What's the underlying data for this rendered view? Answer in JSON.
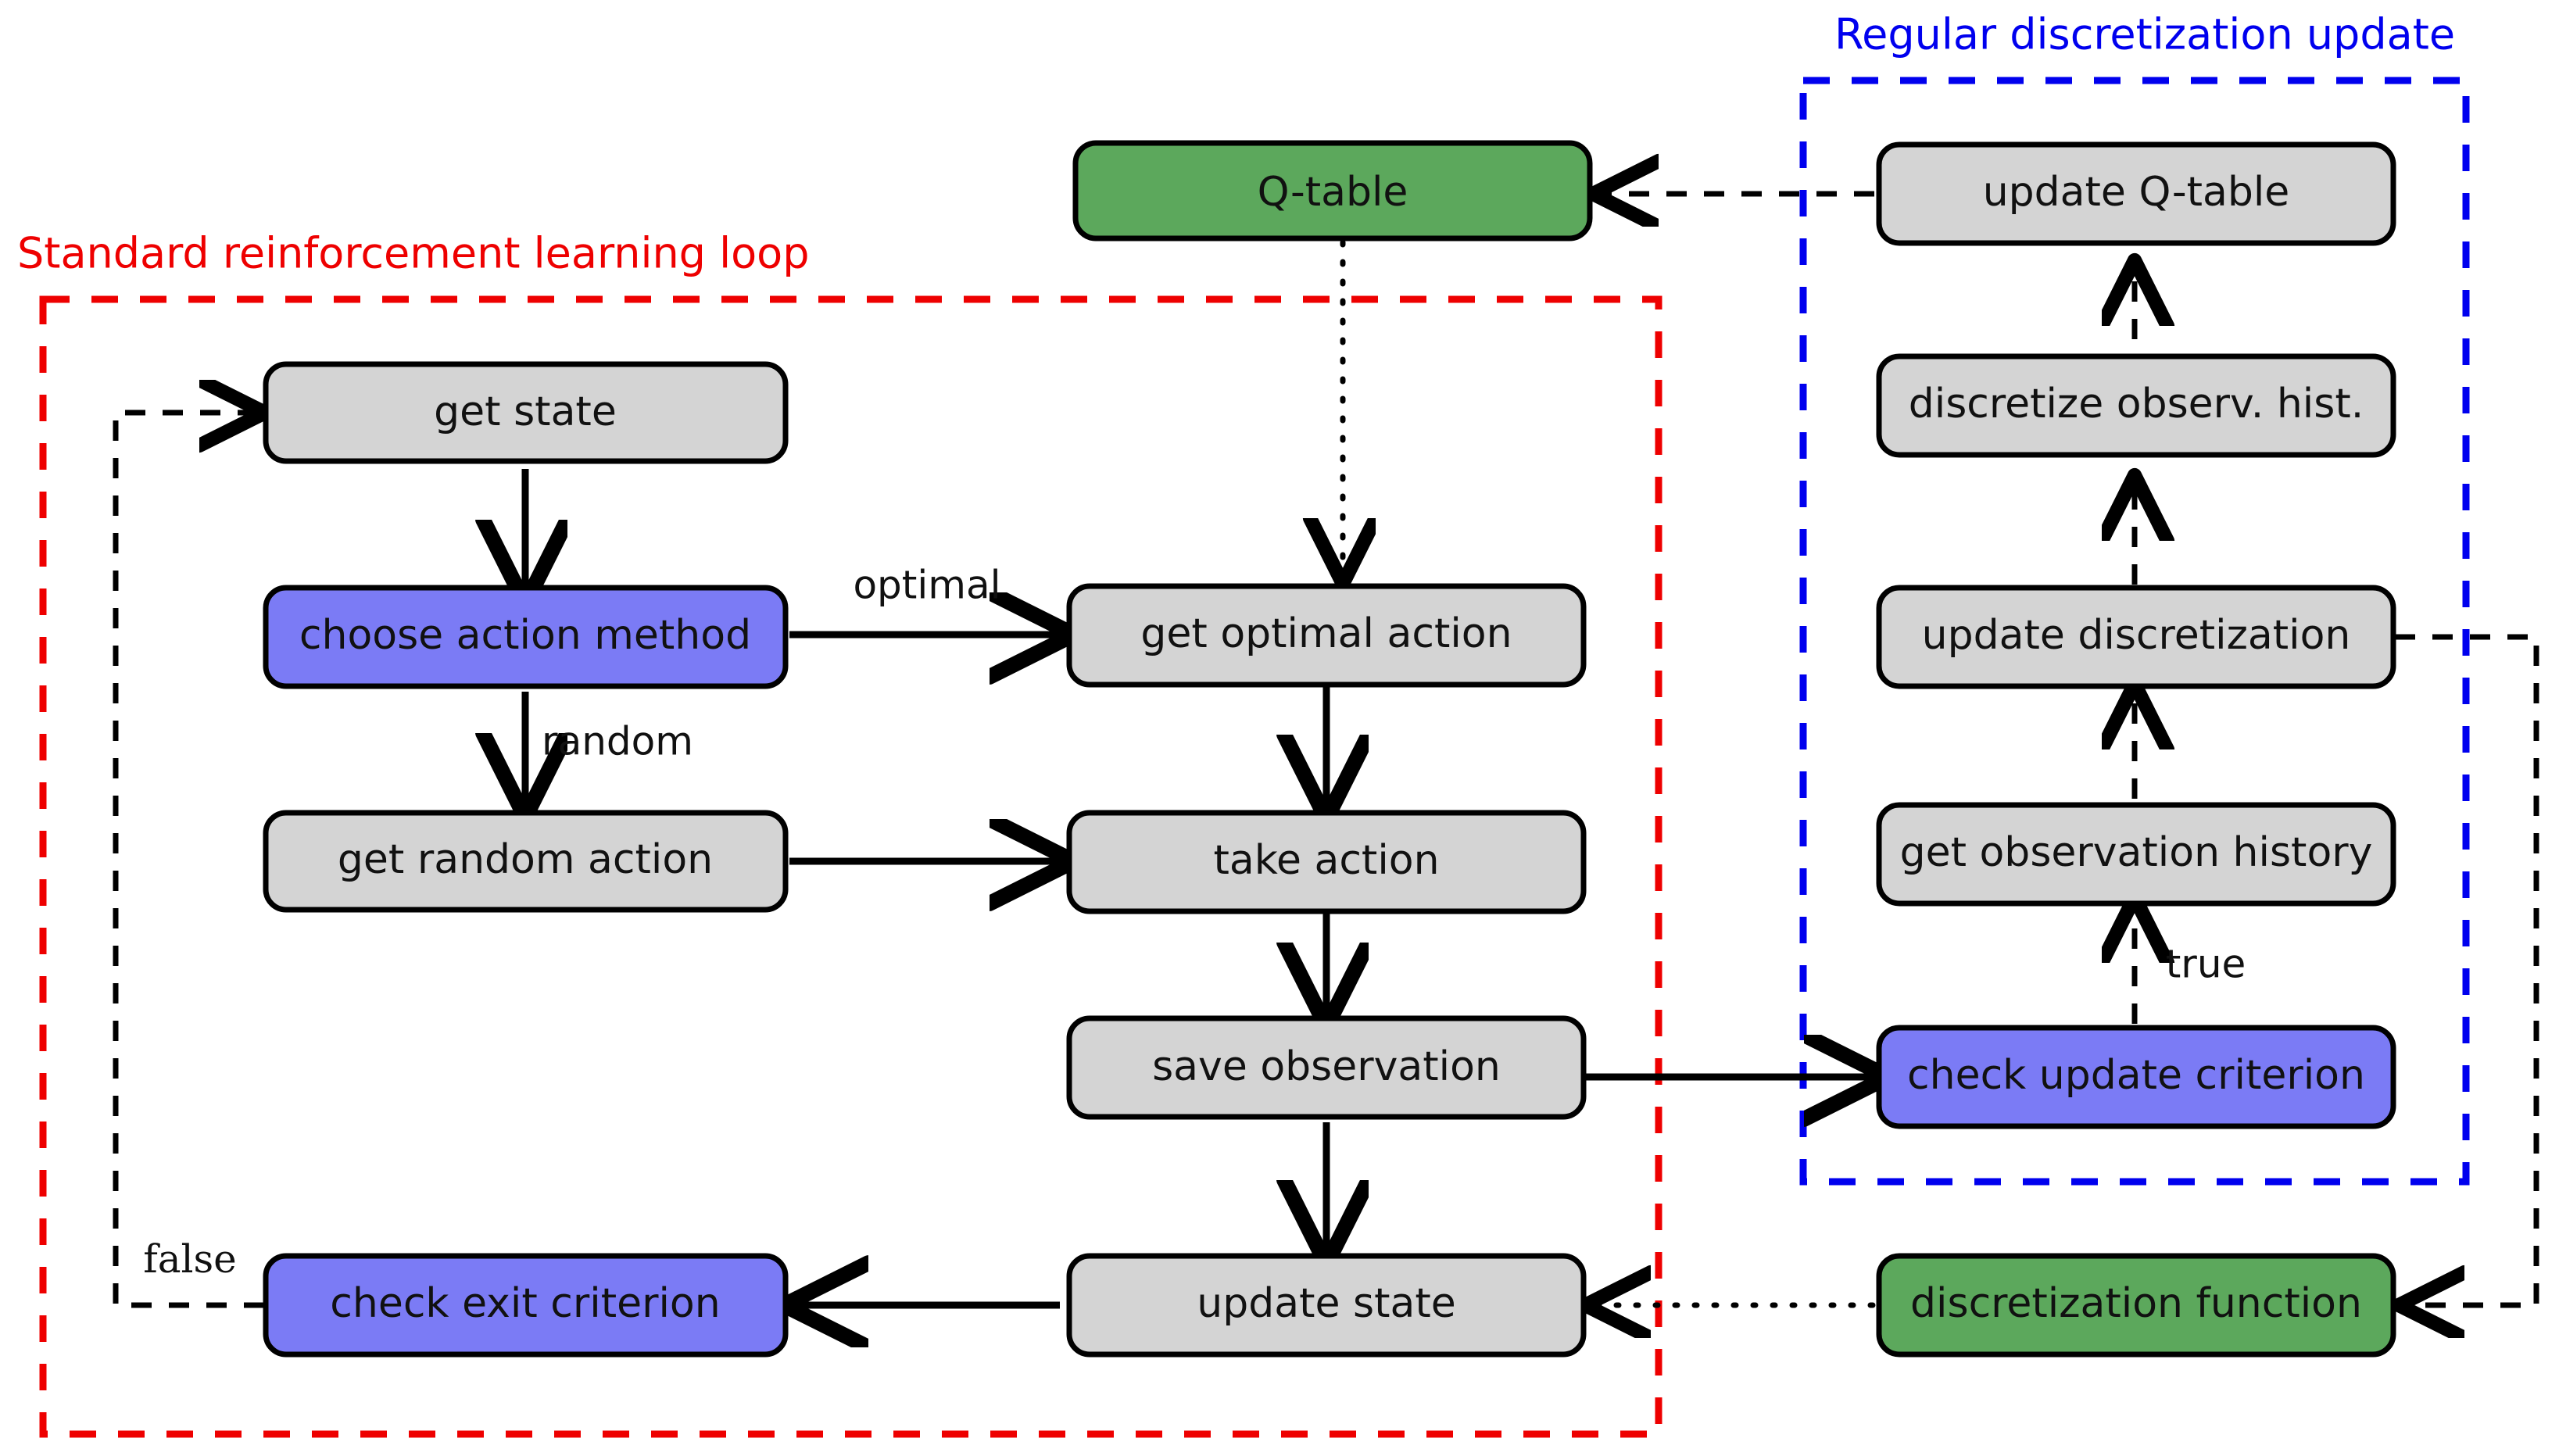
{
  "diagram": {
    "title_groups": [
      {
        "id": "rl-loop",
        "label": "Standard reinforcement learning loop",
        "color": "#ee0000"
      },
      {
        "id": "disc-upd",
        "label": "Regular discretization update",
        "color": "#0000ee"
      }
    ],
    "colors": {
      "gray_node": "#d4d4d4",
      "blue_node": "#7b7bf5",
      "green_node": "#5ca85c",
      "stroke": "#000000",
      "group_red": "#ee0000",
      "group_blue": "#0000ee"
    },
    "nodes": [
      {
        "id": "q-table",
        "label": "Q-table",
        "fill": "#5ca85c"
      },
      {
        "id": "get-state",
        "label": "get state",
        "fill": "#d4d4d4"
      },
      {
        "id": "choose-action",
        "label": "choose action method",
        "fill": "#7b7bf5"
      },
      {
        "id": "get-random-action",
        "label": "get random action",
        "fill": "#d4d4d4"
      },
      {
        "id": "get-optimal-action",
        "label": "get optimal action",
        "fill": "#d4d4d4"
      },
      {
        "id": "take-action",
        "label": "take action",
        "fill": "#d4d4d4"
      },
      {
        "id": "save-observation",
        "label": "save observation",
        "fill": "#d4d4d4"
      },
      {
        "id": "update-state",
        "label": "update state",
        "fill": "#d4d4d4"
      },
      {
        "id": "check-exit",
        "label": "check exit criterion",
        "fill": "#7b7bf5"
      },
      {
        "id": "update-q-table",
        "label": "update Q-table",
        "fill": "#d4d4d4"
      },
      {
        "id": "discretize-hist",
        "label": "discretize observ. hist.",
        "fill": "#d4d4d4"
      },
      {
        "id": "update-disc",
        "label": "update discretization",
        "fill": "#d4d4d4"
      },
      {
        "id": "get-obs-history",
        "label": "get observation history",
        "fill": "#d4d4d4"
      },
      {
        "id": "check-update",
        "label": "check update criterion",
        "fill": "#7b7bf5"
      },
      {
        "id": "disc-function",
        "label": "discretization function",
        "fill": "#5ca85c"
      }
    ],
    "edge_labels": [
      {
        "id": "optimal",
        "label": "optimal"
      },
      {
        "id": "random",
        "label": "random"
      },
      {
        "id": "true",
        "label": "true"
      },
      {
        "id": "false",
        "label": "false"
      }
    ]
  }
}
